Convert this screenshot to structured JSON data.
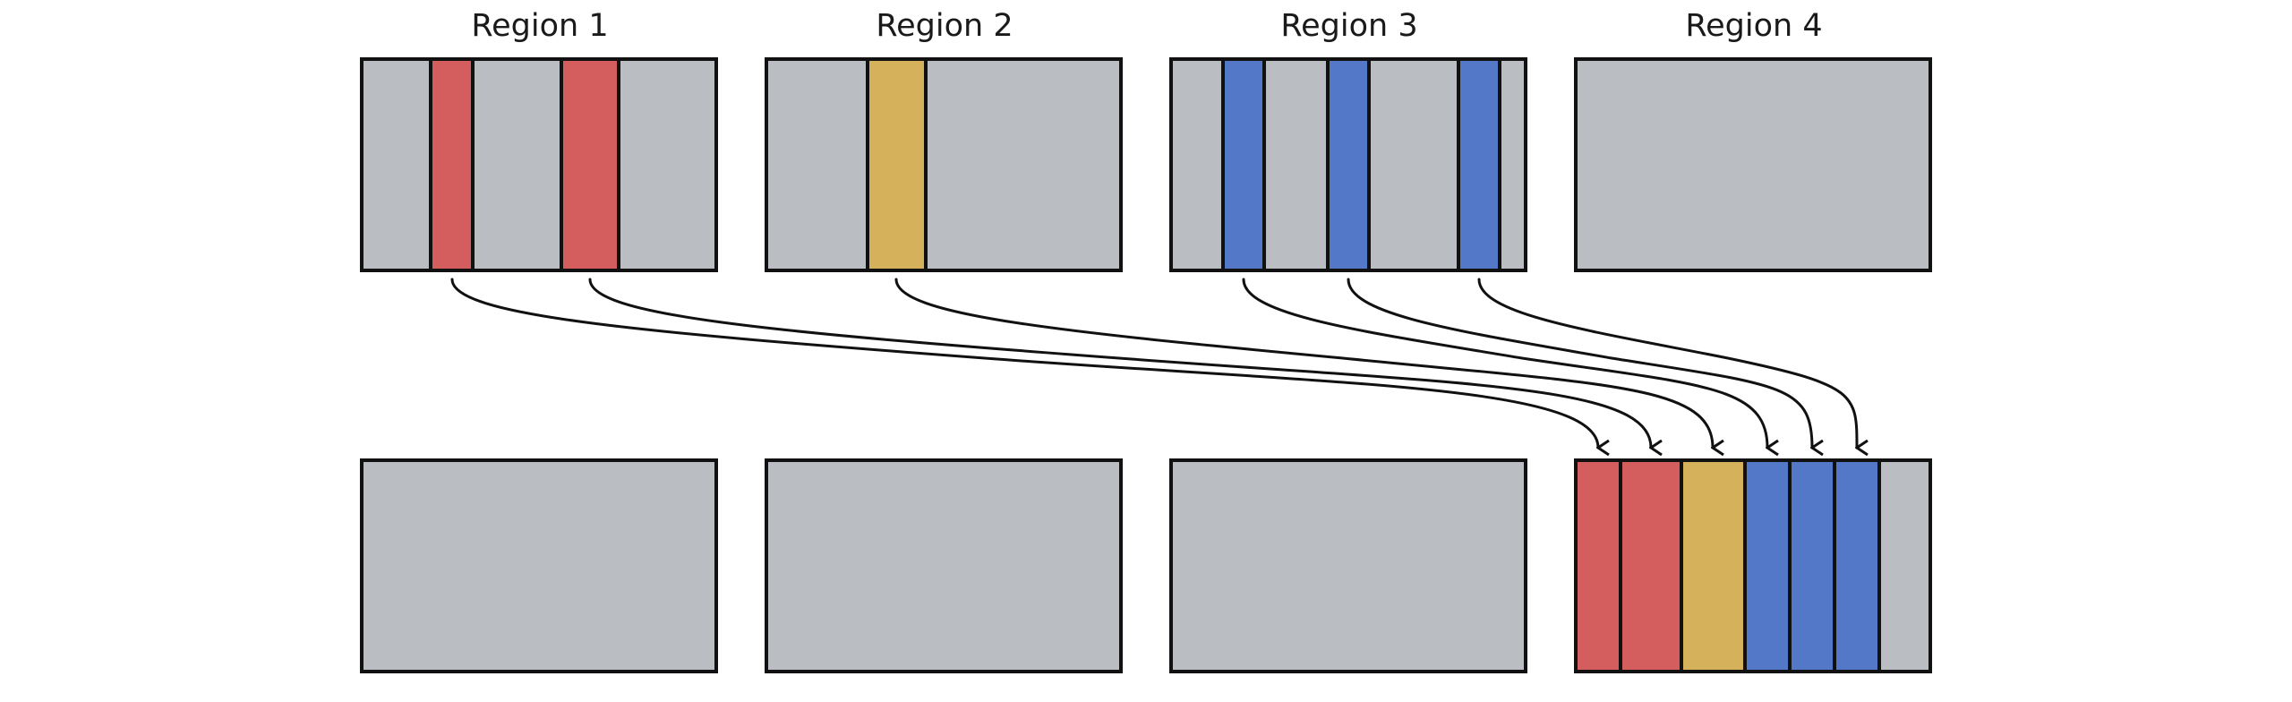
{
  "colors": {
    "background_block": "#babdc1",
    "outline": "#111111",
    "red": "#d45d5d",
    "yellow": "#d4b15a",
    "blue": "#5478c8",
    "text": "#1a1a1a"
  },
  "regions": [
    {
      "label": "Region 1",
      "source_stripes": [
        "red",
        "red"
      ]
    },
    {
      "label": "Region 2",
      "source_stripes": [
        "yellow"
      ]
    },
    {
      "label": "Region 3",
      "source_stripes": [
        "blue",
        "blue",
        "blue"
      ]
    },
    {
      "label": "Region 4",
      "source_stripes": []
    }
  ],
  "destination": {
    "region_index": 3,
    "received_stripes": [
      "red",
      "red",
      "yellow",
      "blue",
      "blue",
      "blue"
    ]
  }
}
